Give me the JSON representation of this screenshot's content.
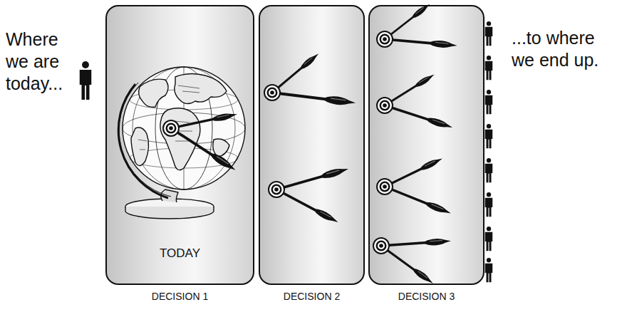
{
  "diagram": {
    "nodes": [
      {
        "text": [
          "TODAY",
          "DECISION 1"
        ]
      },
      {
        "text": [
          "DECISION 2"
        ]
      },
      {
        "text": [
          "DECISION 3"
        ]
      }
    ],
    "labels": [
      "Where we are today...",
      "...to where we end up."
    ]
  }
}
